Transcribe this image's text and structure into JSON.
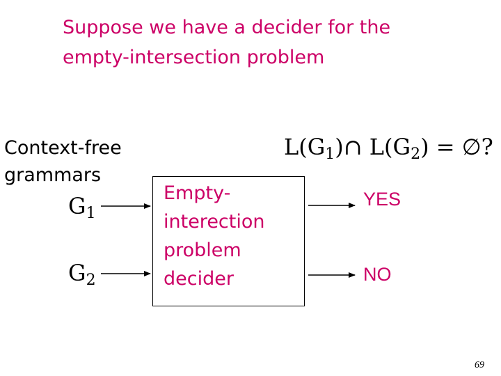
{
  "title": {
    "line1": "Suppose we have a decider for the",
    "line2": "empty-intersection  problem"
  },
  "inputs_label": {
    "line1": "Context-free",
    "line2": "grammars"
  },
  "inputs": [
    {
      "symbol": "G",
      "subscript": "1"
    },
    {
      "symbol": "G",
      "subscript": "2"
    }
  ],
  "question": {
    "lhs_1": "L(G",
    "sub_1": "1",
    "rparen_1": ")",
    "cap": "∩",
    "lhs_2": " L(G",
    "sub_2": "2",
    "rparen_2": ")",
    "eq": " = ∅?"
  },
  "decider": {
    "lines": [
      "Empty-",
      "interection",
      "problem",
      "decider"
    ]
  },
  "outputs": {
    "yes": "YES",
    "no": "NO"
  },
  "page_number": "69",
  "colors": {
    "accent": "#cc0066",
    "text": "#000000",
    "background": "#ffffff"
  }
}
